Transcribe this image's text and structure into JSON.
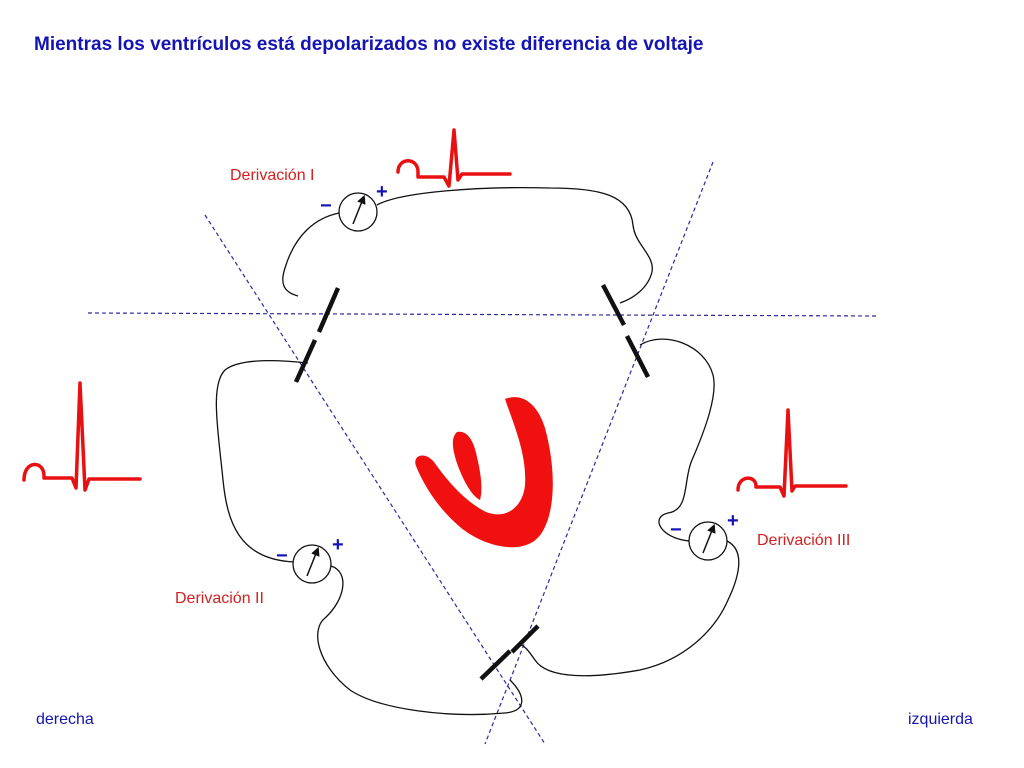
{
  "title": "Mientras los ventrículos está depolarizados no existe diferencia de voltaje",
  "leads": {
    "lead_i": {
      "label": "Derivación I",
      "plus": "+",
      "minus": "−"
    },
    "lead_ii": {
      "label": "Derivación II",
      "plus": "+",
      "minus": "−"
    },
    "lead_iii": {
      "label": "Derivación III",
      "plus": "+",
      "minus": "−"
    }
  },
  "sides": {
    "right": "derecha",
    "left": "izquierda"
  },
  "colors": {
    "title": "#1414b4",
    "lead_label": "#d42020",
    "ecg": "#e81010",
    "heart": "#f01010",
    "axis": "#2a2aa0"
  }
}
